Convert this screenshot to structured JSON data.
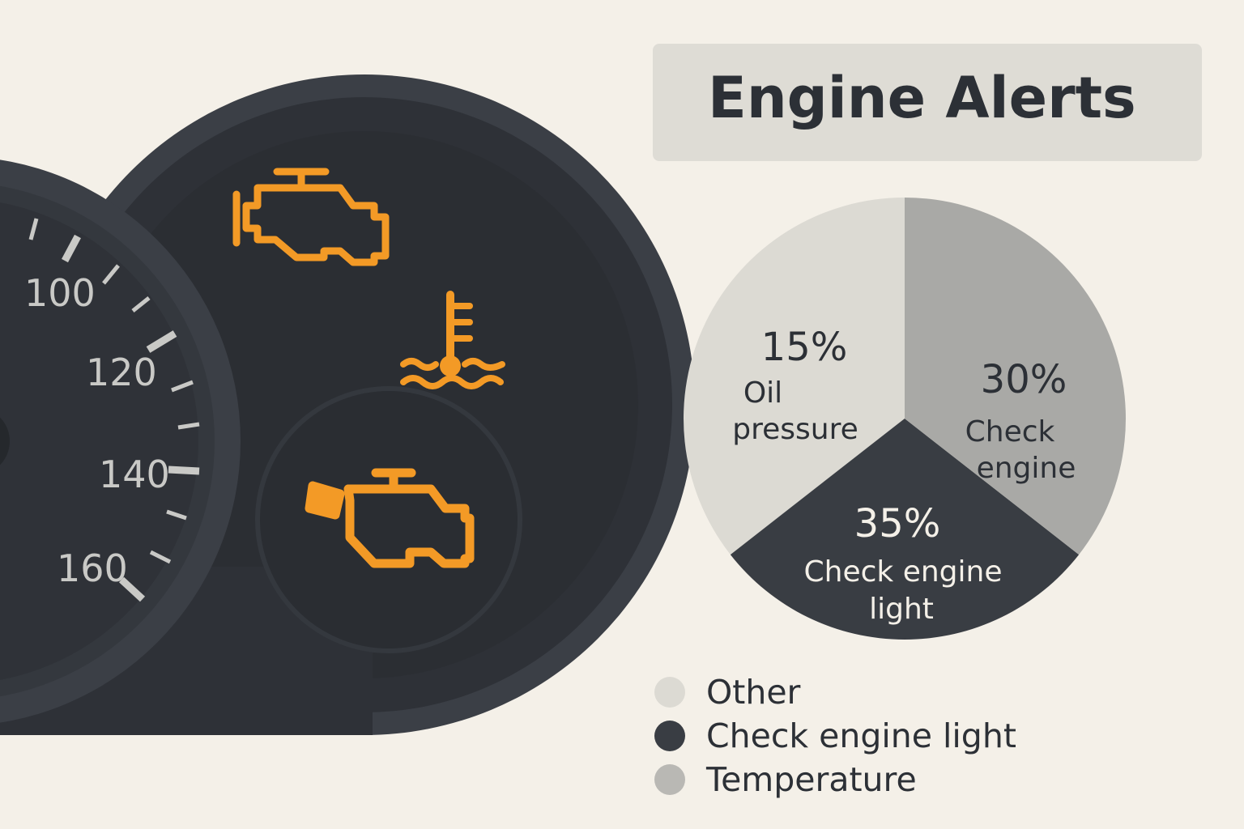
{
  "title": "Engine Alerts",
  "gauge": {
    "ticks": [
      "100",
      "120",
      "140",
      "160"
    ]
  },
  "warning_icons": [
    "engine-icon",
    "coolant-temperature-icon",
    "engine-icon"
  ],
  "colors": {
    "background": "#f4f0e8",
    "dashboard_dark": "#2e3137",
    "dashboard_mid": "#3b3f46",
    "warning_amber": "#f39a26",
    "slice_light": "#dcdad3",
    "slice_dark": "#393d43",
    "slice_mid": "#a9a9a6",
    "title_box": "#dedcd5",
    "text_dark": "#2c3036"
  },
  "chart_data": {
    "type": "pie",
    "title": "Engine Alerts",
    "slices": [
      {
        "percent_label": "15%",
        "label_lines": [
          "Oil",
          "pressure"
        ],
        "value": 15,
        "color": "#dcdad3"
      },
      {
        "percent_label": "35%",
        "label_lines": [
          "Check engine",
          "light"
        ],
        "value": 35,
        "color": "#393d43"
      },
      {
        "percent_label": "30%",
        "label_lines": [
          "Check",
          "engine"
        ],
        "value": 30,
        "color": "#a9a9a6"
      }
    ],
    "legend": [
      {
        "label": "Other",
        "color": "#dcdad3"
      },
      {
        "label": "Check engine light",
        "color": "#393d43"
      },
      {
        "label": "Temperature",
        "color": "#b9b8b4"
      }
    ],
    "legend_position": "bottom"
  }
}
